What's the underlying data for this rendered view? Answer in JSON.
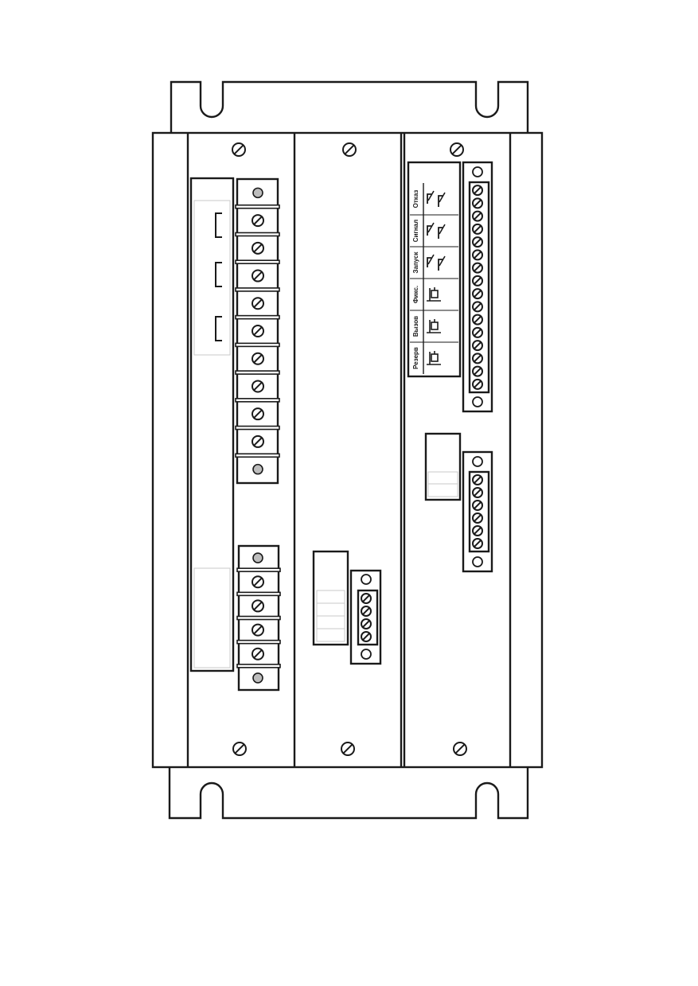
{
  "relay_labels": [
    "Отказ",
    "Сигнал",
    "Запуск",
    "Фикс.",
    "Вызов",
    "Резерв"
  ],
  "colors": {
    "line": "#1a1a1a",
    "background": "#ffffff",
    "led": "#bdbdbd",
    "faint": "#c8c8c8"
  },
  "icons": [
    "mounting-bracket",
    "fixing-screw-icon",
    "terminal-screw-icon",
    "relay-contact-icon",
    "relay-coil-icon",
    "led-indicator"
  ]
}
